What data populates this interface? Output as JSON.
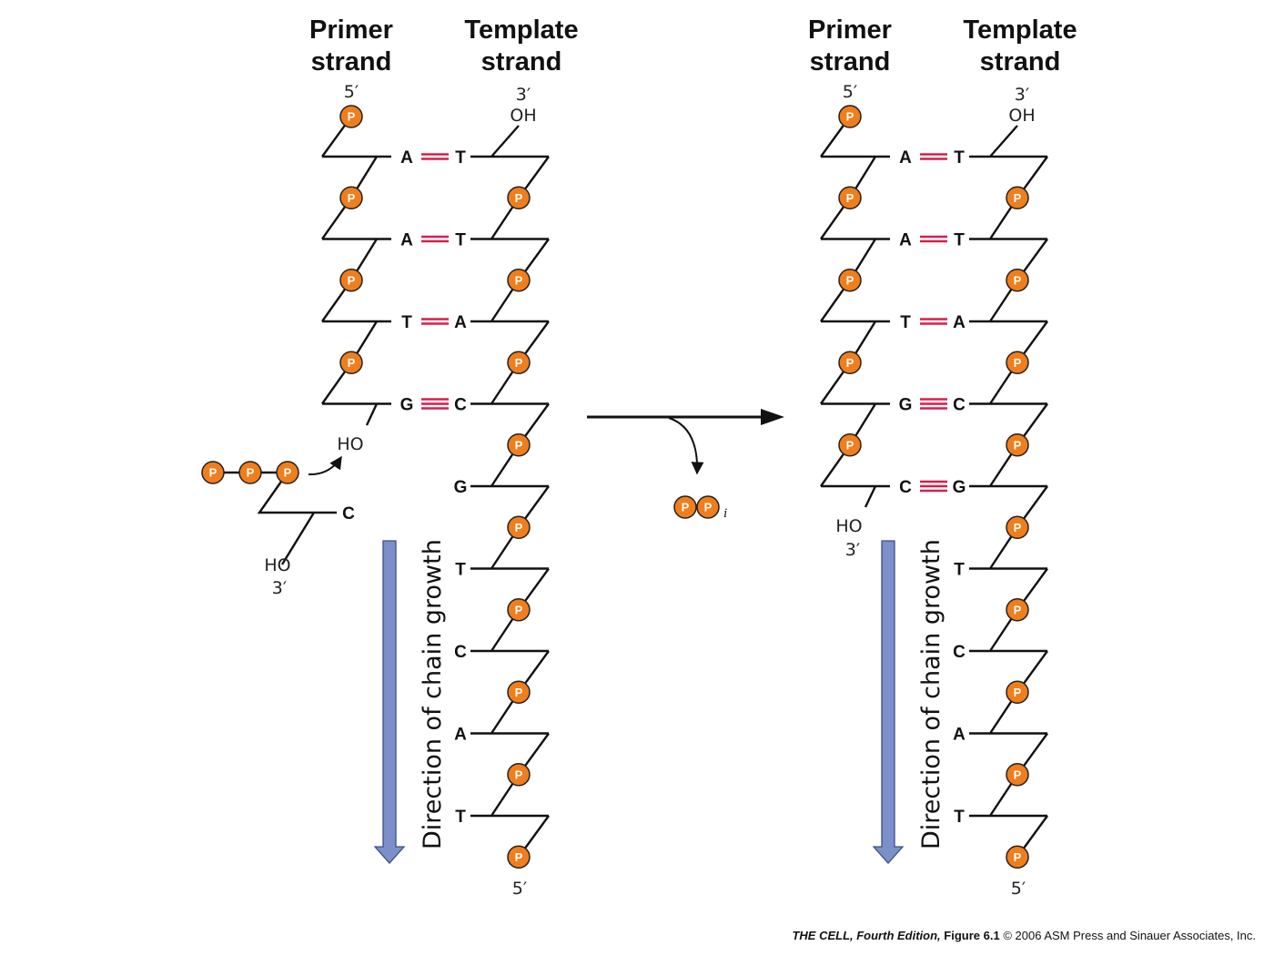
{
  "panels": [
    {
      "primer_header": [
        "Primer",
        "strand"
      ],
      "template_header": [
        "Template",
        "strand"
      ],
      "primer_top_end": "5′",
      "template_top_end": [
        "3′",
        "OH"
      ],
      "template_bottom_end": "5′",
      "primer_bases": [
        "A",
        "A",
        "T",
        "G"
      ],
      "template_bases": [
        "T",
        "T",
        "A",
        "C",
        "G",
        "T",
        "C",
        "A",
        "T"
      ],
      "pair_bonds": [
        2,
        2,
        2,
        3
      ],
      "primer_hydroxyl": "HO",
      "incoming_nucleotide": {
        "phosphates": [
          "P",
          "P",
          "P"
        ],
        "base": "C",
        "end": [
          "HO",
          "3′"
        ]
      },
      "direction_label": "Direction of chain growth"
    },
    {
      "primer_header": [
        "Primer",
        "strand"
      ],
      "template_header": [
        "Template",
        "strand"
      ],
      "primer_top_end": "5′",
      "template_top_end": [
        "3′",
        "OH"
      ],
      "template_bottom_end": "5′",
      "primer_bases": [
        "A",
        "A",
        "T",
        "G",
        "C"
      ],
      "template_bases": [
        "T",
        "T",
        "A",
        "C",
        "G",
        "T",
        "C",
        "A",
        "T"
      ],
      "pair_bonds": [
        2,
        2,
        2,
        3,
        3
      ],
      "primer_end": [
        "HO",
        "3′"
      ],
      "direction_label": "Direction of chain growth"
    }
  ],
  "reaction": {
    "byproduct": [
      "P",
      "P"
    ],
    "byproduct_subscript": "i"
  },
  "phosphate_label": "P",
  "footer": {
    "book": "THE CELL, Fourth Edition,",
    "figure": "Figure 6.1",
    "copyright": "© 2006 ASM Press and Sinauer Associates, Inc."
  },
  "colors": {
    "phosphate_fill": "#f07e1c",
    "phosphate_stroke": "#222222",
    "hydrogen_bond": "#d81e4a",
    "growth_arrow": "#7b8fc8",
    "strand": "#111111"
  }
}
